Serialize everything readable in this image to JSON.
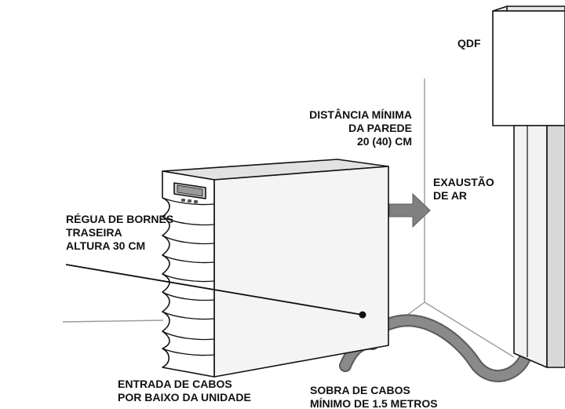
{
  "labels": {
    "qdf": "QDF",
    "wall_distance": [
      "DISTÂNCIA MÍNIMA",
      "DA PAREDE",
      "20 (40) CM"
    ],
    "air_exhaust": [
      "EXAUSTÃO",
      "DE AR"
    ],
    "terminal_strip": [
      "RÉGUA DE BORNES",
      "TRASEIRA",
      "ALTURA 30 CM"
    ],
    "cable_entry": [
      "ENTRADA DE CABOS",
      "POR BAIXO DA UNIDADE"
    ],
    "cable_slack": [
      "SOBRA DE CABOS",
      "MÍNIMO DE 1.5 METROS"
    ]
  },
  "colors": {
    "ink": "#111111",
    "unit_front": "#ffffff",
    "unit_side": "#f2f2f2",
    "unit_top": "#e2e2e2",
    "arrow": "#808080",
    "cable": "#8a8a8a",
    "floor_line": "#9a9a9a"
  }
}
